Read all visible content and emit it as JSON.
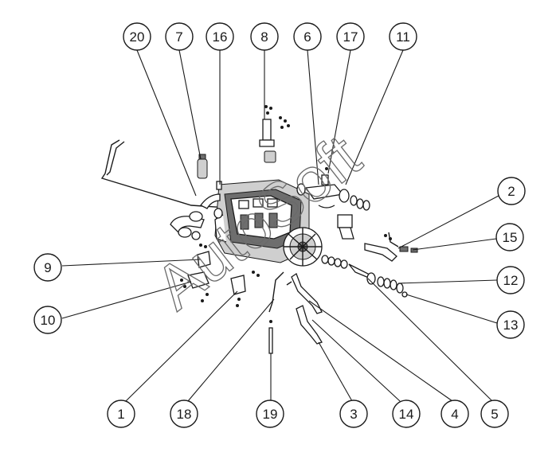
{
  "watermark": {
    "text": "AutoSoft"
  },
  "callouts": [
    {
      "id": "20"
    },
    {
      "id": "7"
    },
    {
      "id": "16"
    },
    {
      "id": "8"
    },
    {
      "id": "6"
    },
    {
      "id": "17"
    },
    {
      "id": "11"
    },
    {
      "id": "2"
    },
    {
      "id": "15"
    },
    {
      "id": "12"
    },
    {
      "id": "13"
    },
    {
      "id": "9"
    },
    {
      "id": "10"
    },
    {
      "id": "1"
    },
    {
      "id": "18"
    },
    {
      "id": "19"
    },
    {
      "id": "3"
    },
    {
      "id": "14"
    },
    {
      "id": "4"
    },
    {
      "id": "5"
    }
  ]
}
